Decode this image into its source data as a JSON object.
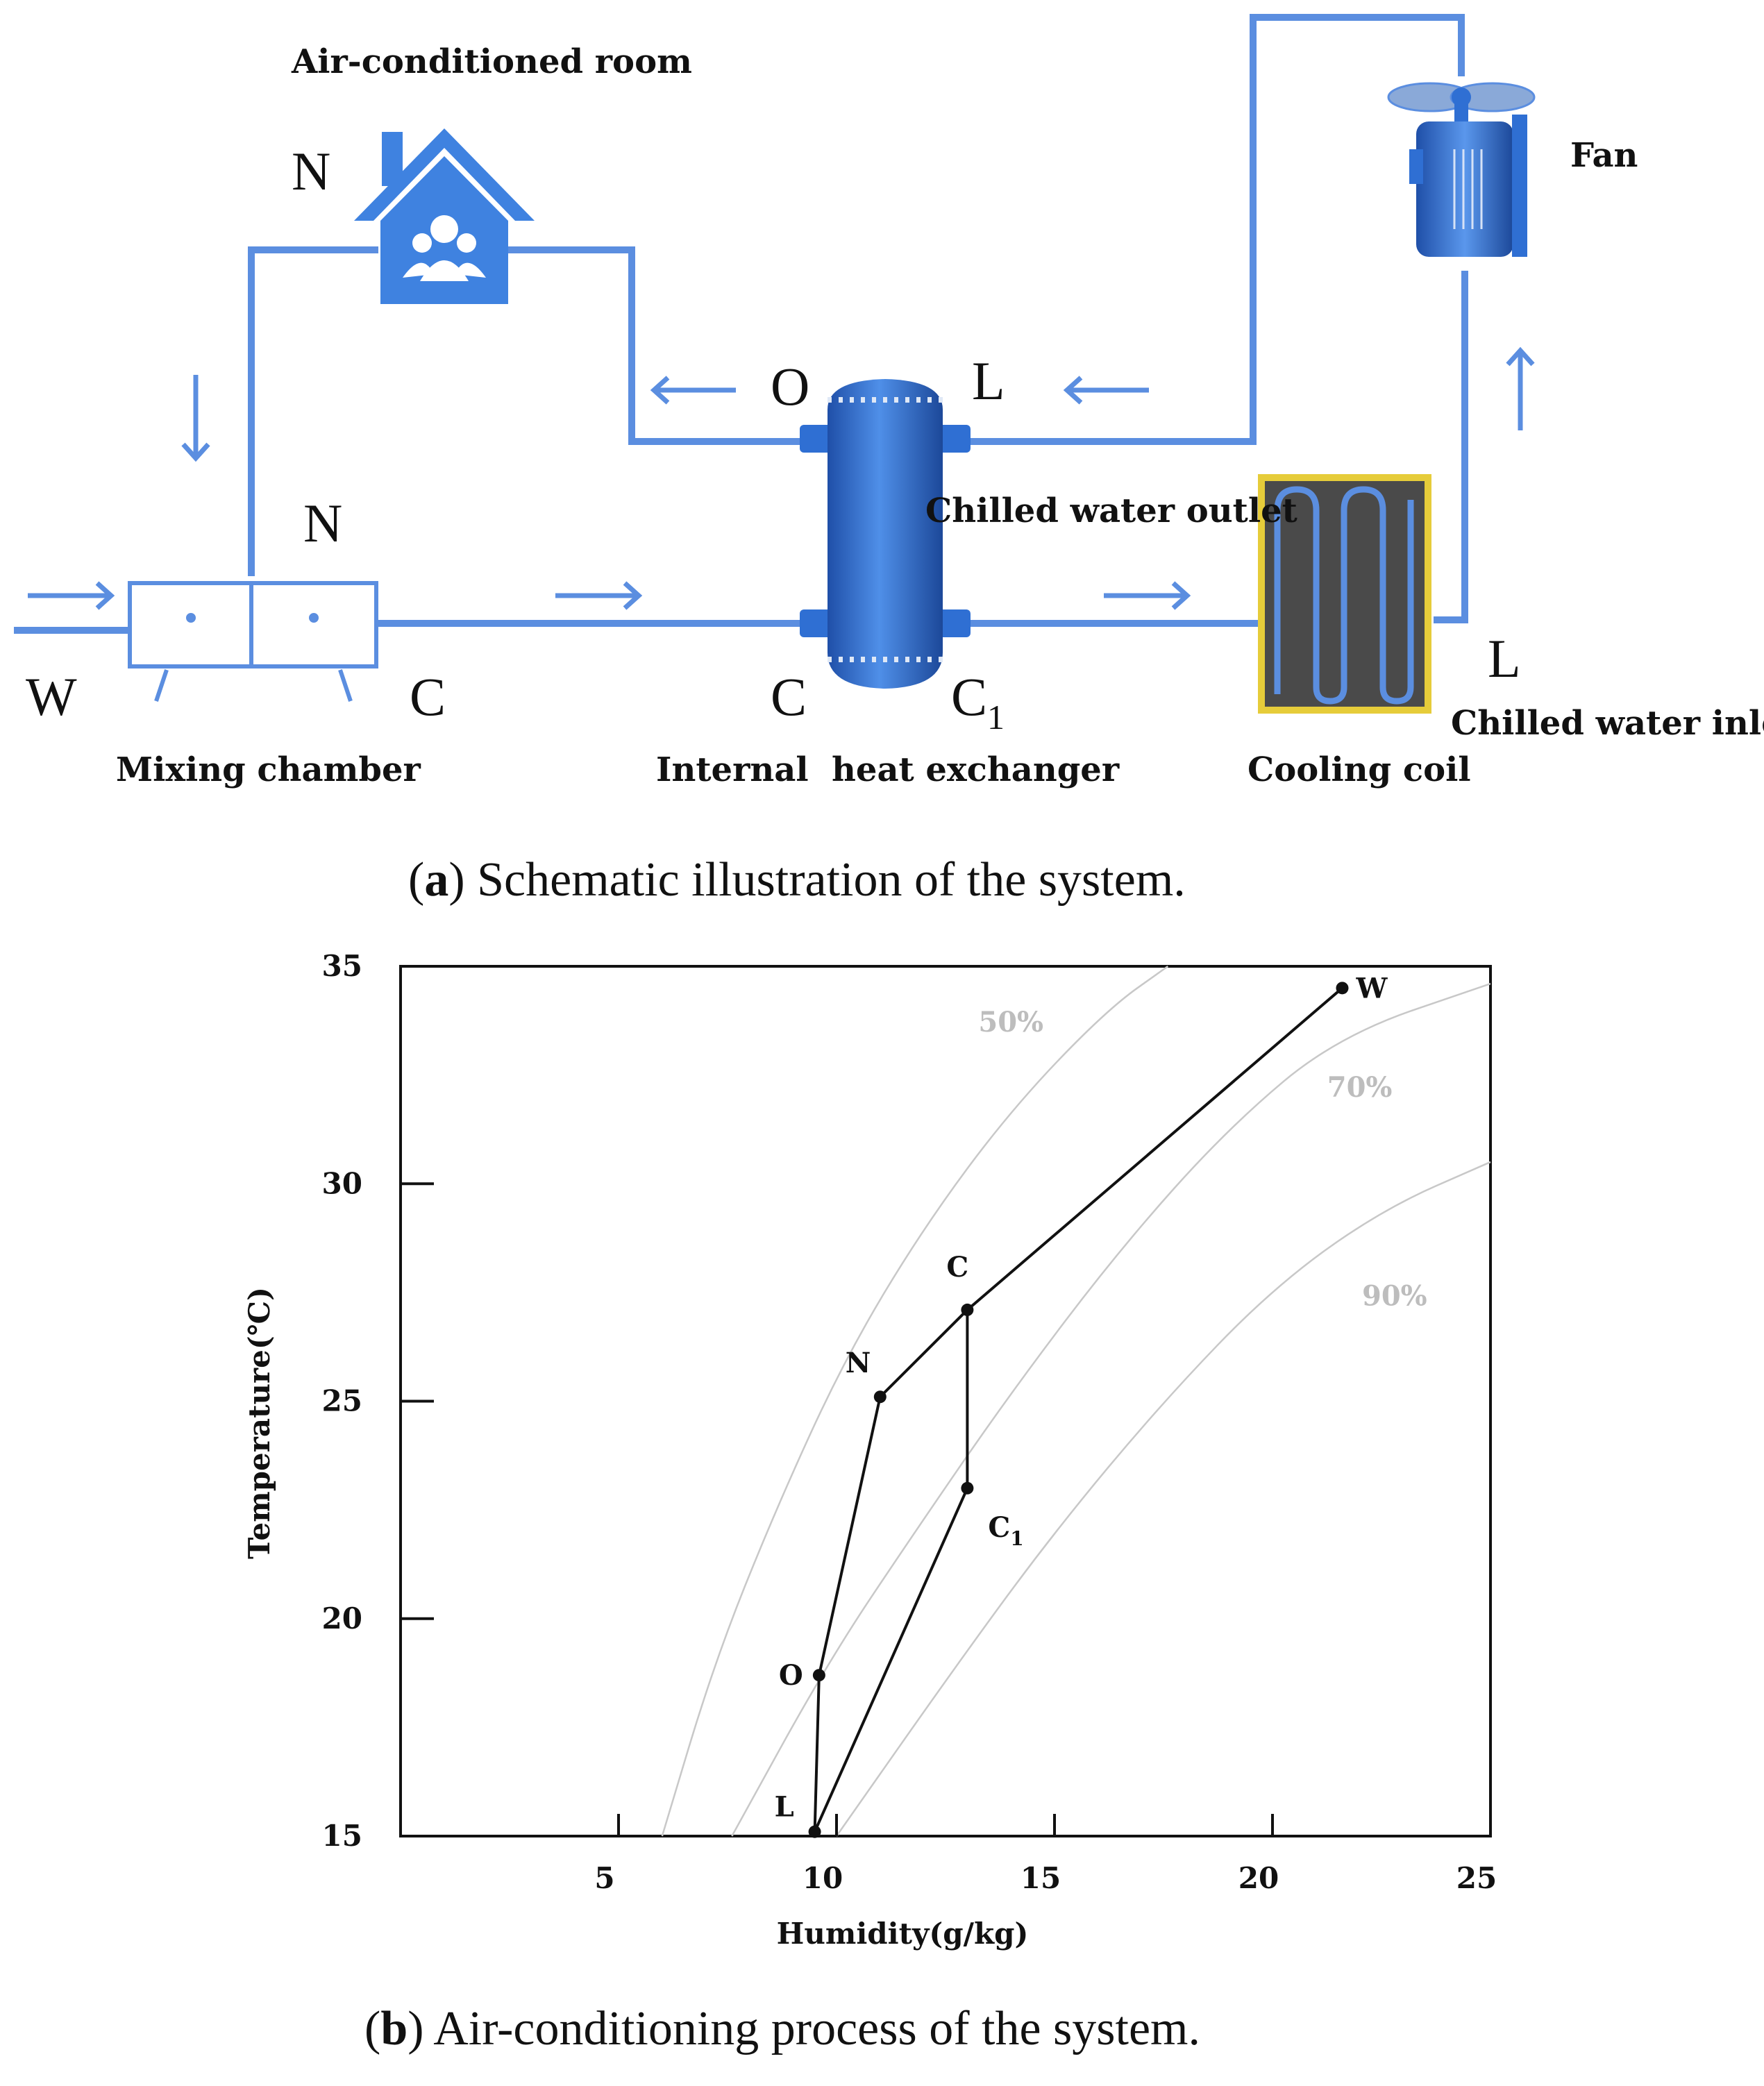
{
  "schematic": {
    "labels": {
      "room": "Air-conditioned room",
      "fan": "Fan",
      "chilled_outlet": "Chilled water outlet",
      "chilled_inlet": "Chilled water inlet",
      "mixing": "Mixing chamber",
      "hx": "Internal  heat exchanger",
      "coil": "Cooling coil"
    },
    "points": {
      "n_room": "N",
      "n_mix": "N",
      "w": "W",
      "c_mix": "C",
      "o": "O",
      "l_top": "L",
      "c_hx": "C",
      "c1_base": "C",
      "c1_sub": "1",
      "l_coil": "L"
    },
    "colors": {
      "pipe": "#5b8ee0",
      "equipment": "#2f6fd3",
      "coil_frame": "#e6cc3a"
    }
  },
  "caption_a": {
    "letter": "a",
    "text": " Schematic illustration of the system."
  },
  "caption_b": {
    "letter": "b",
    "text": " Air-conditioning process of the system."
  },
  "chart_data": {
    "type": "scatter",
    "xlabel": "Humidity(g/kg)",
    "ylabel": "Temperature(℃)",
    "xlim": [
      0,
      25
    ],
    "ylim": [
      15,
      35
    ],
    "xticks": [
      5,
      10,
      15,
      20,
      25
    ],
    "yticks": [
      15,
      20,
      25,
      30,
      35
    ],
    "points": [
      {
        "name": "W",
        "x": 21.6,
        "y": 34.5
      },
      {
        "name": "C",
        "x": 13.0,
        "y": 27.1
      },
      {
        "name": "N",
        "x": 11.0,
        "y": 25.1
      },
      {
        "name": "C1",
        "x": 13.0,
        "y": 23.0
      },
      {
        "name": "O",
        "x": 9.6,
        "y": 18.7
      },
      {
        "name": "L",
        "x": 9.5,
        "y": 15.1
      }
    ],
    "point_labels": {
      "W": "W",
      "C": "C",
      "N": "N",
      "C1_base": "C",
      "C1_sub": "1",
      "O": "O",
      "L": "L"
    },
    "process_path": [
      "W",
      "C",
      "N",
      "O",
      "L",
      "C1",
      "C"
    ],
    "rh_curves": [
      {
        "label": "50%",
        "points": [
          [
            6.0,
            15
          ],
          [
            7.2,
            19
          ],
          [
            8.6,
            22.5
          ],
          [
            10.2,
            26
          ],
          [
            12.0,
            29
          ],
          [
            14.0,
            31.7
          ],
          [
            16.2,
            34
          ],
          [
            17.6,
            35
          ]
        ]
      },
      {
        "label": "70%",
        "points": [
          [
            7.6,
            15
          ],
          [
            9.8,
            19
          ],
          [
            11.8,
            22
          ],
          [
            14.0,
            25.2
          ],
          [
            16.5,
            28.5
          ],
          [
            19.0,
            31.3
          ],
          [
            21.5,
            33.4
          ],
          [
            25.0,
            34.6
          ]
        ]
      },
      {
        "label": "90%",
        "points": [
          [
            10.0,
            15
          ],
          [
            12.8,
            19
          ],
          [
            15.0,
            22
          ],
          [
            17.5,
            25
          ],
          [
            20.0,
            27.6
          ],
          [
            22.5,
            29.4
          ],
          [
            25.0,
            30.5
          ]
        ]
      }
    ],
    "grid": false,
    "colors": {
      "process": "#111111",
      "rh_curve": "#c8c8c8",
      "rh_label": "#bdbdbd"
    }
  }
}
